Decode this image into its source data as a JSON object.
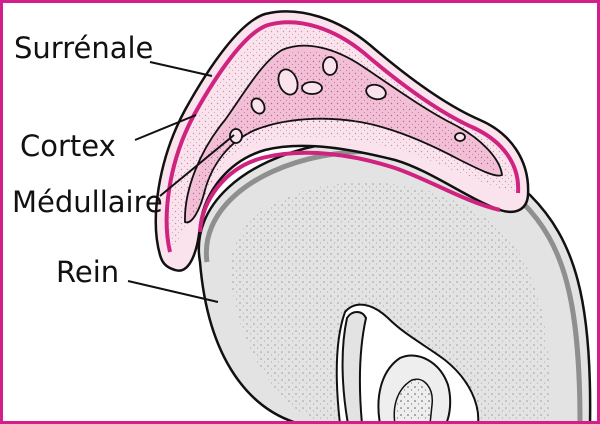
{
  "labels": {
    "surrenale": "Surrénale",
    "cortex": "Cortex",
    "medullaire": "Médullaire",
    "rein": "Rein"
  },
  "colors": {
    "frame": "#d31f8a",
    "gland_outline": "#d0237f",
    "gland_fill": "#fbe3ee",
    "medulla_fill": "#f3bfd6",
    "kidney_fill": "#e3e3e3",
    "kidney_capsule": "#8f8f8f",
    "ink": "#111111"
  }
}
